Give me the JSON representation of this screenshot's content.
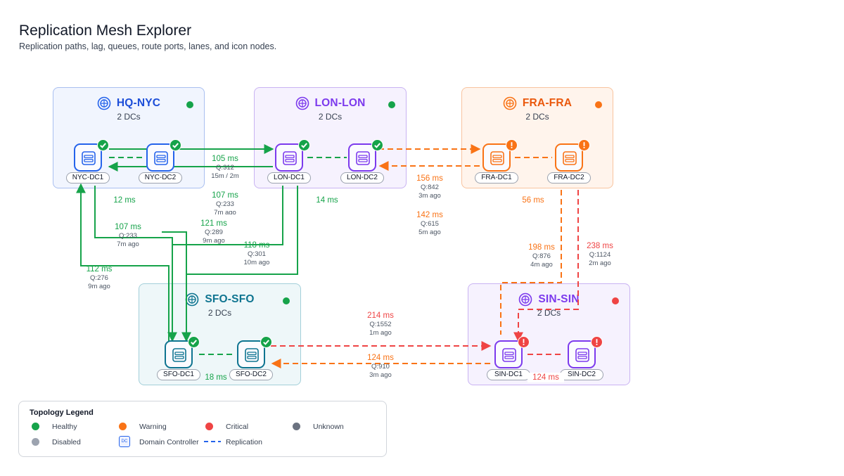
{
  "page": {
    "title": "Replication Mesh Explorer",
    "subtitle": "Replication paths, lag, queues, route ports, lanes, and icon nodes."
  },
  "colors": {
    "healthy": "#16a34a",
    "warning": "#f97316",
    "critical": "#ef4444",
    "unknown": "#6b7280",
    "disabled": "#9ca3af",
    "replication": "#2563eb"
  },
  "sites": [
    {
      "id": "hq-nyc",
      "name": "HQ-NYC",
      "dc_count": "2 DCs",
      "status": "healthy"
    },
    {
      "id": "lon-lon",
      "name": "LON-LON",
      "dc_count": "2 DCs",
      "status": "healthy"
    },
    {
      "id": "fra-fra",
      "name": "FRA-FRA",
      "dc_count": "2 DCs",
      "status": "warning"
    },
    {
      "id": "sfo-sfo",
      "name": "SFO-SFO",
      "dc_count": "2 DCs",
      "status": "healthy"
    },
    {
      "id": "sin-sin",
      "name": "SIN-SIN",
      "dc_count": "2 DCs",
      "status": "critical"
    }
  ],
  "nodes": [
    {
      "id": "nyc-dc1",
      "label": "NYC-DC1",
      "status": "healthy",
      "icon": "server-icon"
    },
    {
      "id": "nyc-dc2",
      "label": "NYC-DC2",
      "status": "healthy",
      "icon": "server-icon"
    },
    {
      "id": "lon-dc1",
      "label": "LON-DC1",
      "status": "healthy",
      "icon": "server-icon"
    },
    {
      "id": "lon-dc2",
      "label": "LON-DC2",
      "status": "healthy",
      "icon": "server-icon"
    },
    {
      "id": "fra-dc1",
      "label": "FRA-DC1",
      "status": "warning",
      "icon": "server-icon"
    },
    {
      "id": "fra-dc2",
      "label": "FRA-DC2",
      "status": "warning",
      "icon": "server-icon"
    },
    {
      "id": "sfo-dc1",
      "label": "SFO-DC1",
      "status": "healthy",
      "icon": "server-icon"
    },
    {
      "id": "sfo-dc2",
      "label": "SFO-DC2",
      "status": "healthy",
      "icon": "server-icon"
    },
    {
      "id": "sin-dc1",
      "label": "SIN-DC1",
      "status": "critical",
      "icon": "server-icon"
    },
    {
      "id": "sin-dc2",
      "label": "SIN-DC2",
      "status": "critical",
      "icon": "server-icon"
    }
  ],
  "edge_labels": [
    {
      "id": "nyc-lon-105",
      "latency": "105 ms",
      "queue": "Q:312",
      "age": "15m / 2m",
      "status": "healthy"
    },
    {
      "id": "nyc-lon-107",
      "latency": "107 ms",
      "queue": "Q:233",
      "age": "7m ago",
      "status": "healthy"
    },
    {
      "id": "nyc-intra",
      "latency": "12 ms",
      "status": "healthy"
    },
    {
      "id": "nyc-sfo-107",
      "latency": "107 ms",
      "queue": "Q:233",
      "age": "7m ago",
      "status": "healthy"
    },
    {
      "id": "lon-sfo-121",
      "latency": "121 ms",
      "queue": "Q:289",
      "age": "9m ago",
      "status": "healthy"
    },
    {
      "id": "lon-sfo-118",
      "latency": "118 ms",
      "queue": "Q:301",
      "age": "10m ago",
      "status": "healthy"
    },
    {
      "id": "sfo-nyc-112",
      "latency": "112 ms",
      "queue": "Q:276",
      "age": "9m ago",
      "status": "healthy"
    },
    {
      "id": "lon-intra",
      "latency": "14 ms",
      "status": "healthy"
    },
    {
      "id": "lon-fra-156",
      "latency": "156 ms",
      "queue": "Q:842",
      "age": "3m ago",
      "status": "warning"
    },
    {
      "id": "fra-lon-142",
      "latency": "142 ms",
      "queue": "Q:615",
      "age": "5m ago",
      "status": "warning"
    },
    {
      "id": "fra-intra",
      "latency": "56 ms",
      "status": "warning"
    },
    {
      "id": "fra-sin-198",
      "latency": "198 ms",
      "queue": "Q:876",
      "age": "4m ago",
      "status": "warning"
    },
    {
      "id": "fra-sin-238",
      "latency": "238 ms",
      "queue": "Q:1124",
      "age": "2m ago",
      "status": "critical"
    },
    {
      "id": "sfo-sin-214",
      "latency": "214 ms",
      "queue": "Q:1552",
      "age": "1m ago",
      "status": "critical"
    },
    {
      "id": "sin-sfo-124",
      "latency": "124 ms",
      "queue": "Q:910",
      "age": "3m ago",
      "status": "warning"
    },
    {
      "id": "sfo-intra",
      "latency": "18 ms",
      "status": "healthy"
    },
    {
      "id": "sin-intra",
      "latency": "124 ms",
      "status": "critical"
    }
  ],
  "legend": {
    "title": "Topology Legend",
    "items": [
      {
        "label": "Healthy",
        "swatch": "healthy"
      },
      {
        "label": "Warning",
        "swatch": "warning"
      },
      {
        "label": "Critical",
        "swatch": "critical"
      },
      {
        "label": "Unknown",
        "swatch": "unknown"
      },
      {
        "label": "Disabled",
        "swatch": "disabled"
      },
      {
        "label": "Domain Controller",
        "swatch": "dc",
        "badge_text": "DC"
      },
      {
        "label": "Replication",
        "swatch": "replication"
      }
    ]
  }
}
